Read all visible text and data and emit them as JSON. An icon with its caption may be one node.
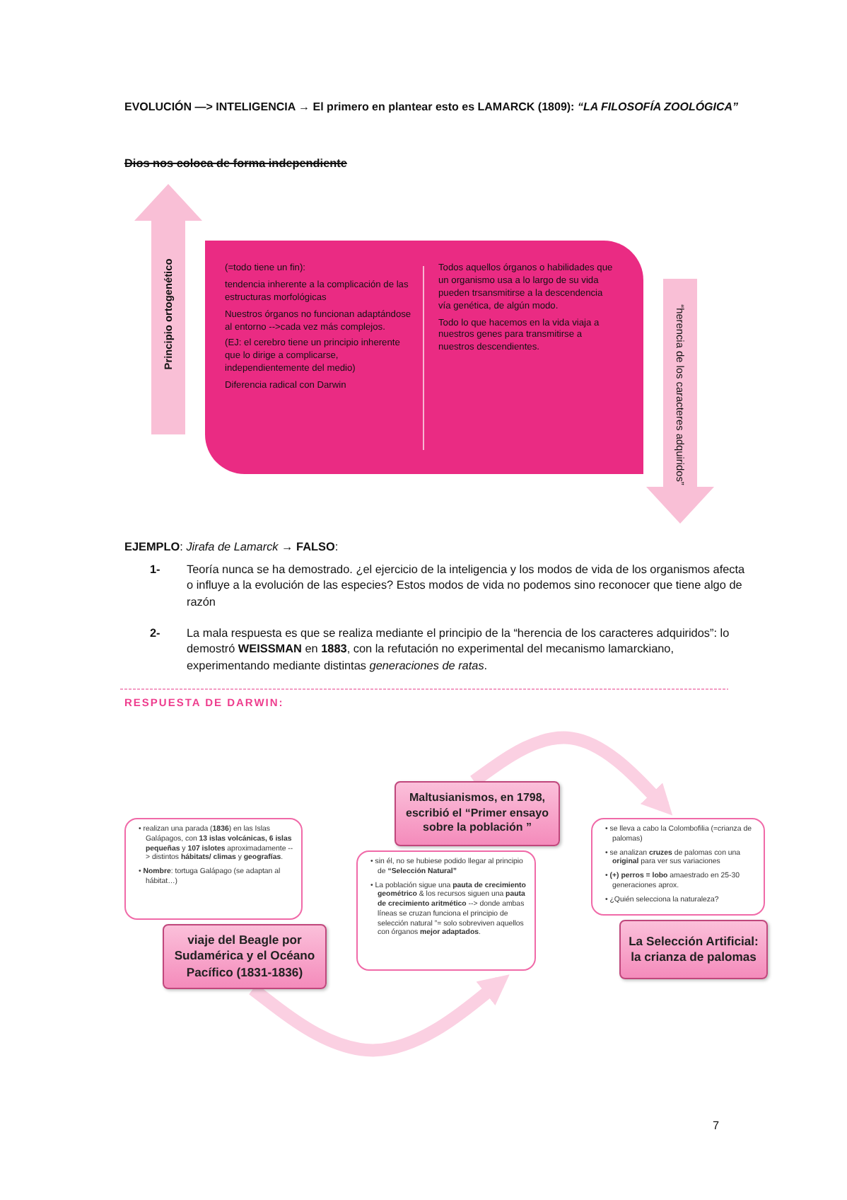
{
  "diagram": {
    "title": "EVOLUCIÓN —> INTELIGENCIA → El primero en plantear esto es **LAMARCK** (1809): *“LA FILOSOFÍA ZOOLÓGICA”*",
    "nodes": [
      {
        "text": [
          "Principio ortogenético"
        ]
      },
      {
        "text": [
          "(=todo tiene un fin):",
          "tendencia inherente a la complicación de las estructuras morfológicas",
          "Nuestros órganos no funcionan adaptándose al entorno -->cada vez más complejos.",
          "(EJ: el cerebro tiene un principio inherente que lo dirige a complicarse, independientemente del medio)",
          "Diferencia radical con Darwin",
          "Todos aquellos órganos o habilidades que un organismo usa a lo largo de su vida pueden trsansmitirse a la descendencia vía genética, de algún modo.",
          "Todo lo que hacemos en la vida viaja a nuestros genes para transmitirse a nuestros descendientes."
        ]
      },
      {
        "text": [
          "“herencia de los caracteres adquiridos”"
        ]
      },
      {
        "text": [
          "• realizan una parada (**1836**) en las Islas Galápagos, con **13 islas volcánicas, 6 islas pequeñas** y **107 islotes** aproximadamente --> distintos **hábitats/ climas** y **geografías**.",
          "• **Nombre**: tortuga Galápago (se adaptan al hábitat…)"
        ]
      },
      {
        "text": [
          "viaje del Beagle por Sudamérica y el Océano Pacífico (1831-1836)"
        ]
      },
      {
        "text": [
          "Maltusianismos, en 1798, escribió el “Primer ensayo sobre la población ”"
        ]
      },
      {
        "text": [
          "• sin él, no se hubiese podido llegar al principio de **“Selección Natural”**",
          "• La población sigue una **pauta de crecimiento geométrico** & los recursos siguen una **pauta de crecimiento aritmético** --> donde ambas líneas se cruzan funciona el principio de selección natural ”= solo sobreviven aquellos con órganos **mejor adaptados**."
        ]
      },
      {
        "text": [
          "• se lleva a cabo la Colombofilia (=crianza de palomas)",
          "• se analizan **cruzes** de palomas con una **original** para ver sus variaciones",
          "• **(+) perros = lobo** amaestrado en 25-30 generaciones aprox.",
          "• ¿Quién selecciona la naturaleza?"
        ]
      },
      {
        "text": [
          "La Selección Artificial: la crianza de palomas"
        ]
      }
    ],
    "edges": [
      {
        "from": 4,
        "to": 6,
        "arrow": "to"
      },
      {
        "from": 5,
        "to": 7,
        "arrow": "to"
      }
    ],
    "labels": [
      "Dios nos coloca de forma independiente",
      "**EJEMPLO**: *Jirafa de Lamarck* → **FALSO**:",
      "1-",
      "Teoría nunca se ha demostrado. ¿el ejercicio de la inteligencia y los modos de vida de los organismos afecta o influye a la evolución de las especies? Estos modos de vida no podemos sino reconocer que tiene algo de razón",
      "2-",
      "La mala respuesta es que se realiza mediante el principio de la “herencia de los caracteres adquiridos”: lo demostró **WEISSMAN** en **1883**, con la refutación no experimental del mecanismo lamarckiano, experimentando mediante distintas *generaciones de ratas*.",
      "RESPUESTA DE DARWIN:",
      "7"
    ]
  }
}
